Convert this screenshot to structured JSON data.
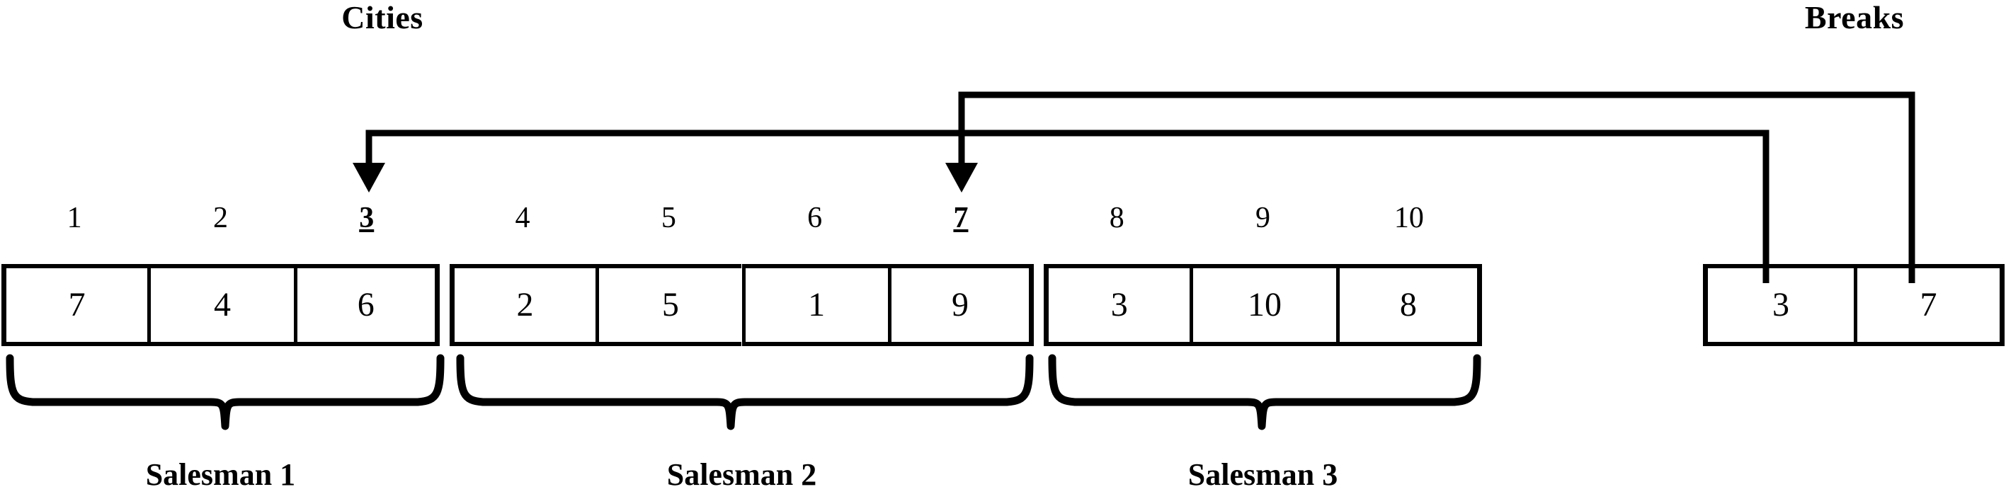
{
  "headers": {
    "cities_title": "Cities",
    "breaks_title": "Breaks"
  },
  "cities": {
    "indices": [
      "1",
      "2",
      "3",
      "4",
      "5",
      "6",
      "7",
      "8",
      "9",
      "10"
    ],
    "break_indices": [
      "3",
      "7"
    ],
    "values": [
      "7",
      "4",
      "6",
      "2",
      "5",
      "1",
      "9",
      "3",
      "10",
      "8"
    ]
  },
  "breaks": {
    "values": [
      "3",
      "7"
    ]
  },
  "salesmen": [
    {
      "label": "Salesman 1",
      "cells": [
        "1",
        "2",
        "3"
      ]
    },
    {
      "label": "Salesman 2",
      "cells": [
        "4",
        "5",
        "6",
        "7"
      ]
    },
    {
      "label": "Salesman 3",
      "cells": [
        "8",
        "9",
        "10"
      ]
    }
  ],
  "arrows": [
    {
      "from_break": "3",
      "to_index": "3"
    },
    {
      "from_break": "7",
      "to_index": "7"
    }
  ],
  "colors": {
    "ink": "#000000",
    "paper": "#ffffff"
  }
}
